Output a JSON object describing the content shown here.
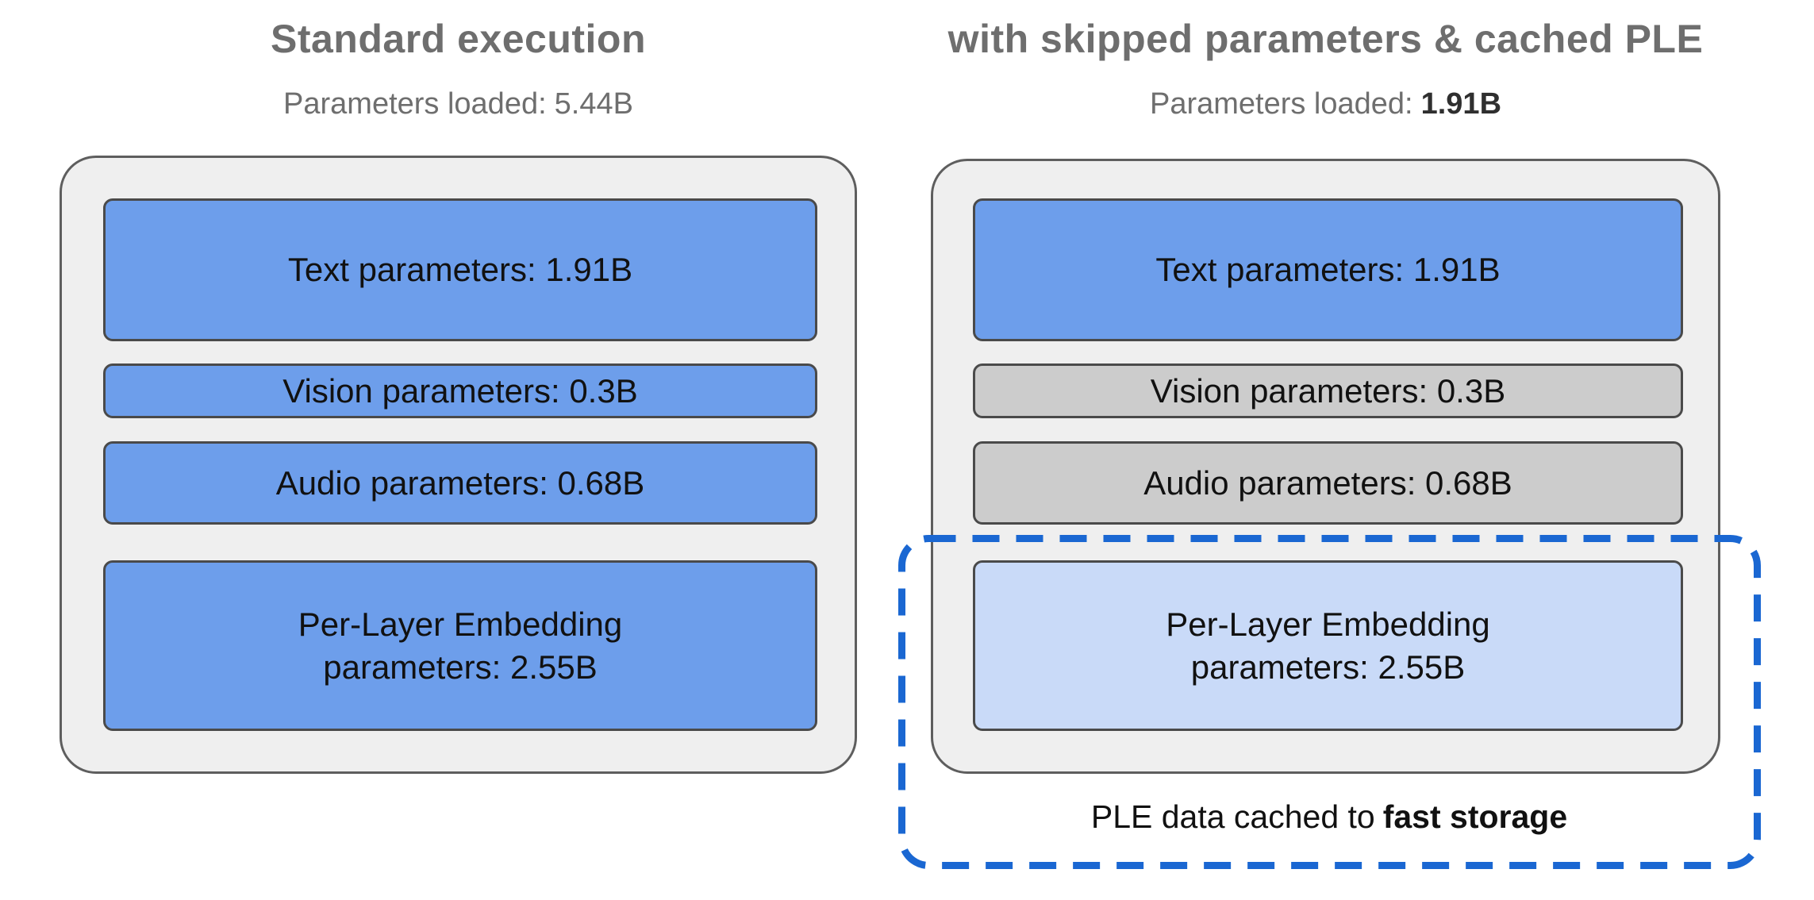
{
  "left_panel": {
    "title": "Standard execution",
    "subtitle": {
      "label": "Parameters loaded:",
      "value": "5.44B"
    },
    "boxes": {
      "text": "Text parameters: 1.91B",
      "vision": "Vision parameters: 0.3B",
      "audio": "Audio parameters: 0.68B",
      "ple_line1": "Per-Layer Embedding",
      "ple_line2": "parameters: 2.55B"
    }
  },
  "right_panel": {
    "title": "with skipped parameters & cached PLE",
    "subtitle": {
      "label": "Parameters loaded:",
      "value": "1.91B"
    },
    "boxes": {
      "text": "Text parameters: 1.91B",
      "vision": "Vision parameters: 0.3B",
      "audio": "Audio parameters: 0.68B",
      "ple_line1": "Per-Layer Embedding",
      "ple_line2": "parameters: 2.55B"
    },
    "caption": {
      "prefix": "PLE data cached to",
      "bold": "fast storage"
    }
  },
  "colors": {
    "loaded_param_box": "#6d9eeb",
    "skipped_param_box": "#cccccc",
    "cached_ple_box": "#c9daf8",
    "container_fill": "#efefef",
    "container_border": "#5e5e5e",
    "box_border": "#4a4a4a",
    "dashed_outline": "#1a67d2",
    "heading_gray": "#6e6e6e"
  }
}
